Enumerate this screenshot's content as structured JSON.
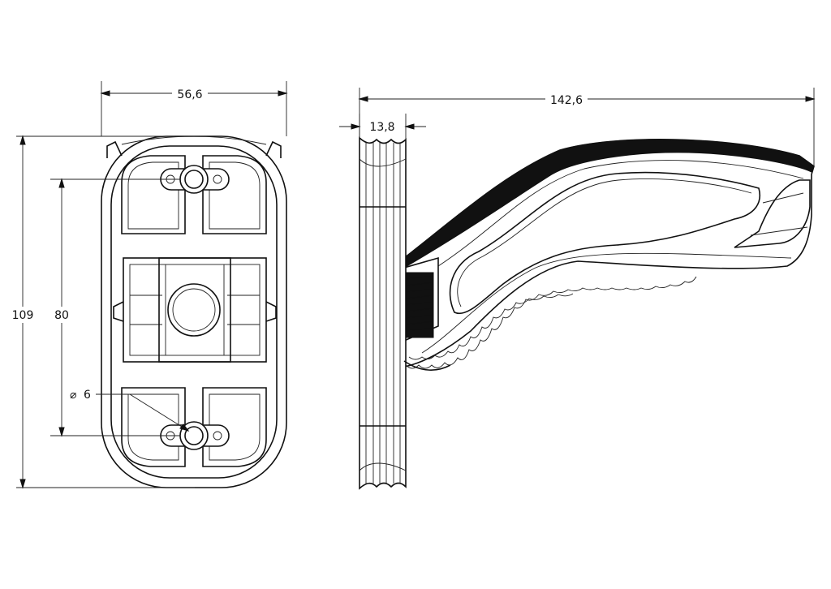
{
  "dimensions": {
    "front_width": "56,6",
    "front_height": "109",
    "hole_spacing": "80",
    "hole_diameter_symbol": "⌀",
    "hole_diameter": "6",
    "side_base_depth": "13,8",
    "side_total_length": "142,6"
  },
  "colors": {
    "line": "#111111",
    "background": "#ffffff"
  }
}
